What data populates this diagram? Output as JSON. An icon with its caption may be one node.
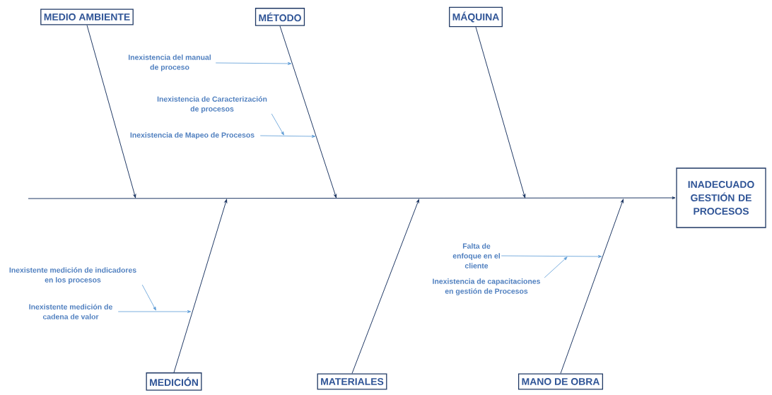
{
  "diagram": {
    "nodes": [
      {
        "text": [
          "MEDIO AMBIENTE"
        ]
      },
      {
        "text": [
          "MÉTODO"
        ]
      },
      {
        "text": [
          "MÁQUINA"
        ]
      },
      {
        "text": [
          "Inexistencia del manual de proceso"
        ]
      },
      {
        "text": [
          "Inexistencia de Caracterización de procesos"
        ]
      },
      {
        "text": [
          "Inexistencia de Mapeo de Procesos"
        ]
      },
      {
        "text": [
          "INADECUADO GESTIÓN DE PROCESOS"
        ]
      },
      {
        "text": [
          "Inexistente medición de indicadores en los procesos"
        ]
      },
      {
        "text": [
          "Inexistente medición de cadena de valor"
        ]
      },
      {
        "text": [
          "Falta de enfoque en el cliente"
        ]
      },
      {
        "text": [
          "Inexistencia de capacitaciones en gestión de Procesos"
        ]
      },
      {
        "text": [
          "MEDICIÓN"
        ]
      },
      {
        "text": [
          "MATERIALES"
        ]
      },
      {
        "text": [
          "MANO DE OBRA"
        ]
      }
    ],
    "edges": [
      {
        "from": null,
        "to": 6,
        "arrow": "to"
      },
      {
        "from": 0,
        "to": null,
        "arrow": "to"
      },
      {
        "from": 1,
        "to": null,
        "arrow": "to"
      },
      {
        "from": 2,
        "to": null,
        "arrow": "to"
      },
      {
        "from": 3,
        "to": null,
        "arrow": "to",
        "color": "#5b9bd5"
      },
      {
        "from": 4,
        "to": null,
        "arrow": "to",
        "color": "#5b9bd5"
      },
      {
        "from": 5,
        "to": null,
        "arrow": "to",
        "color": "#5b9bd5"
      },
      {
        "from": 11,
        "to": null,
        "arrow": "to"
      },
      {
        "from": 12,
        "to": null,
        "arrow": "to"
      },
      {
        "from": 13,
        "to": null,
        "arrow": "to"
      },
      {
        "from": 7,
        "to": null,
        "arrow": "to",
        "color": "#5b9bd5"
      },
      {
        "from": 8,
        "to": null,
        "arrow": "to",
        "color": "#5b9bd5"
      },
      {
        "from": 9,
        "to": null,
        "arrow": "to",
        "color": "#5b9bd5"
      },
      {
        "from": 10,
        "to": null,
        "arrow": "to",
        "color": "#5b9bd5"
      }
    ]
  }
}
